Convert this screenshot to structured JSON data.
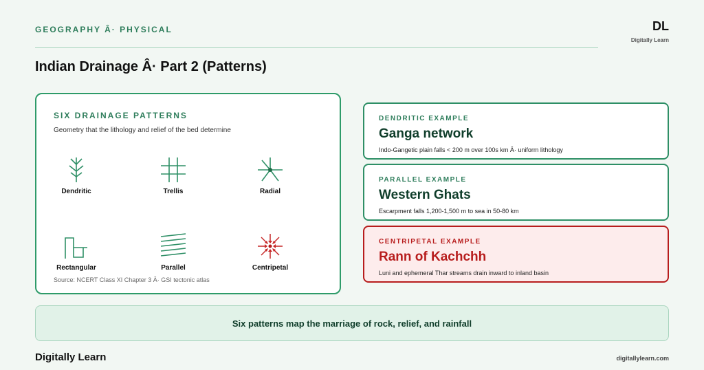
{
  "header": {
    "kicker": "GEOGRAPHY Â· PHYSICAL",
    "title": "Indian Drainage Â· Part 2 (Patterns)",
    "brand_mark": "DL",
    "brand_sub": "Digitally Learn"
  },
  "patterns_panel": {
    "heading": "SIX DRAINAGE PATTERNS",
    "subtitle": "Geometry that the lithology and relief of the bed determine",
    "items": [
      {
        "label": "Dendritic",
        "icon": "dendritic-icon"
      },
      {
        "label": "Trellis",
        "icon": "trellis-icon"
      },
      {
        "label": "Radial",
        "icon": "radial-icon"
      },
      {
        "label": "Rectangular",
        "icon": "rectangular-icon"
      },
      {
        "label": "Parallel",
        "icon": "parallel-icon"
      },
      {
        "label": "Centripetal",
        "icon": "centripetal-icon"
      }
    ],
    "source": "Source: NCERT Class XI Chapter 3 Â· GSI tectonic atlas"
  },
  "examples": [
    {
      "kicker": "DENDRITIC EXAMPLE",
      "title": "Ganga network",
      "desc": "Indo-Gangetic plain falls < 200 m over 100s km Â· uniform lithology"
    },
    {
      "kicker": "PARALLEL EXAMPLE",
      "title": "Western Ghats",
      "desc": "Escarpment falls 1,200-1,500 m to sea in 50-80 km"
    },
    {
      "kicker": "CENTRIPETAL EXAMPLE",
      "title": "Rann of Kachchh",
      "desc": "Luni and ephemeral Thar streams drain inward to inland basin"
    }
  ],
  "banner": {
    "text": "Six patterns map the marriage of rock, relief, and rainfall"
  },
  "footer": {
    "brand": "Digitally Learn",
    "url": "digitallylearn.com"
  },
  "colors": {
    "accent_green": "#2e9b69",
    "accent_red": "#b71c1c",
    "background": "#f2f7f3"
  }
}
